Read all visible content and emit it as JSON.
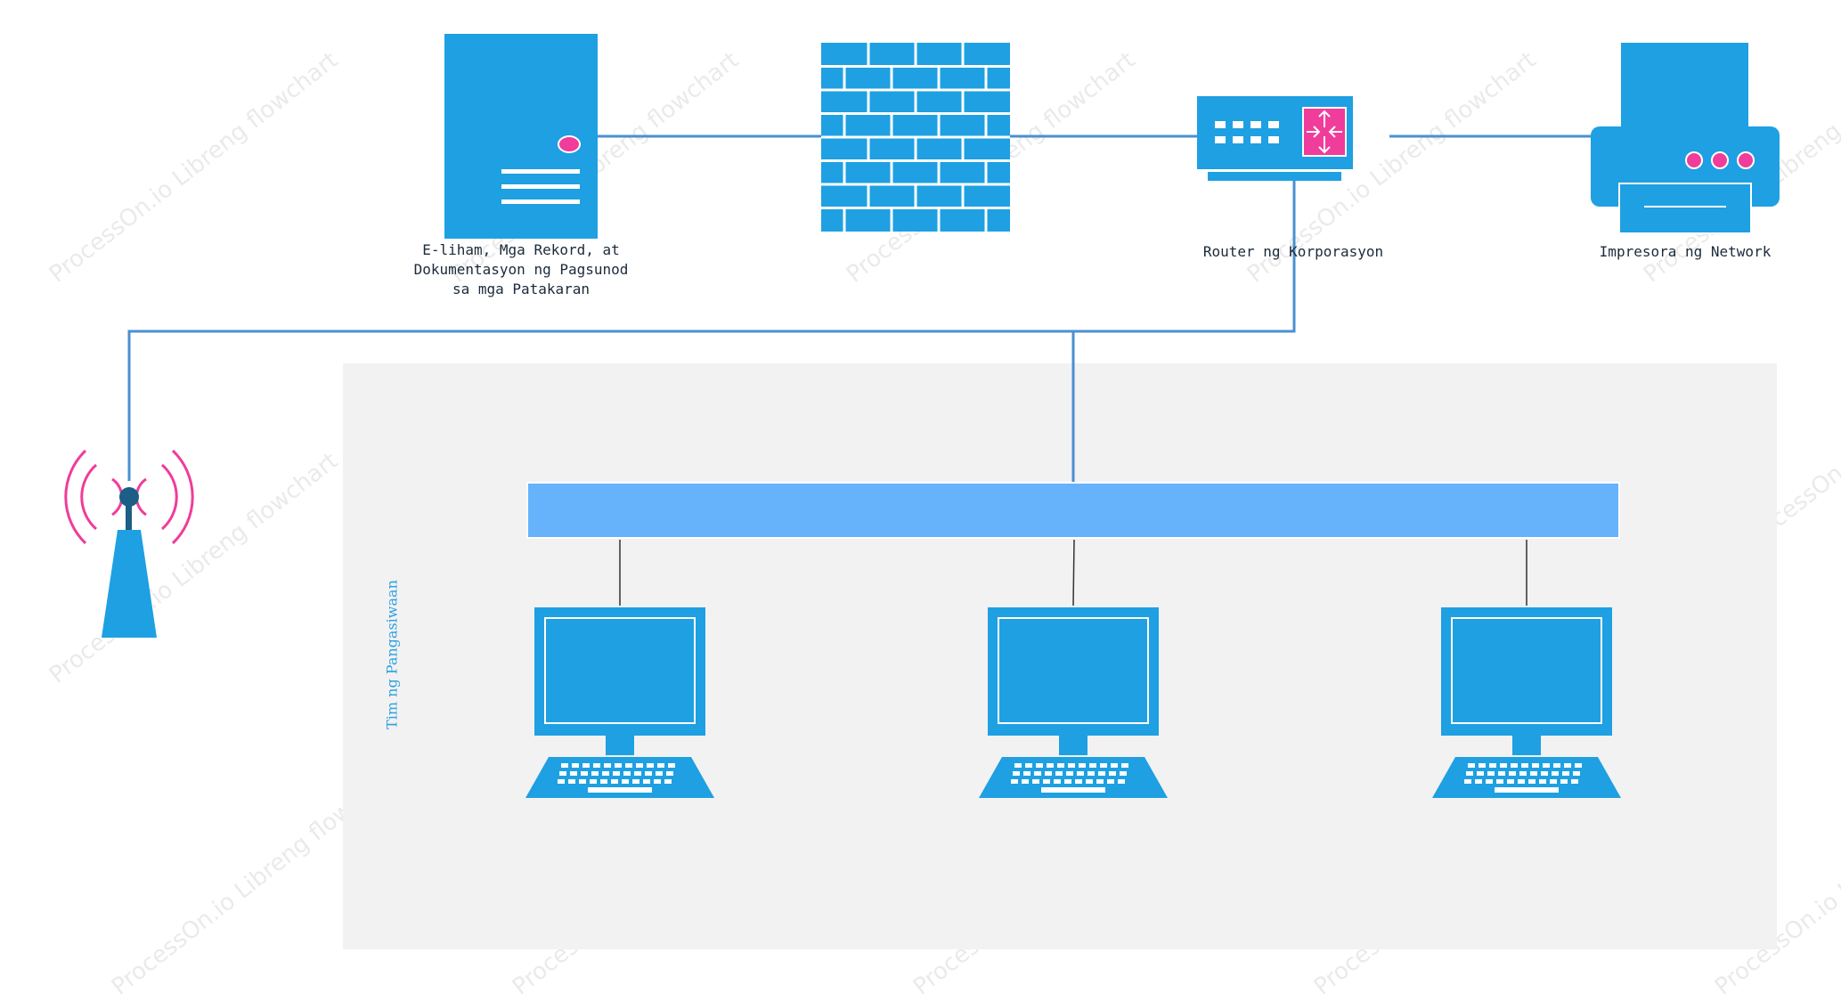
{
  "nodes": {
    "server": {
      "label": "E-liham, Mga Rekord, at\nDokumentasyon ng Pagsunod\nsa mga Patakaran"
    },
    "firewall": {
      "label": ""
    },
    "router": {
      "label": "Router ng Korporasyon"
    },
    "printer": {
      "label": "Impresora ng Network"
    },
    "antenna": {
      "label": ""
    }
  },
  "group": {
    "label": "Tim ng Pangasiwaan"
  },
  "watermark": "ProcessOn.io Libreng flowchart",
  "colors": {
    "device": "#1ea0e2",
    "bus": "#66b2fb",
    "accent": "#f03c9a",
    "group_bg": "#f2f2f2",
    "line": "#4a90d0"
  }
}
